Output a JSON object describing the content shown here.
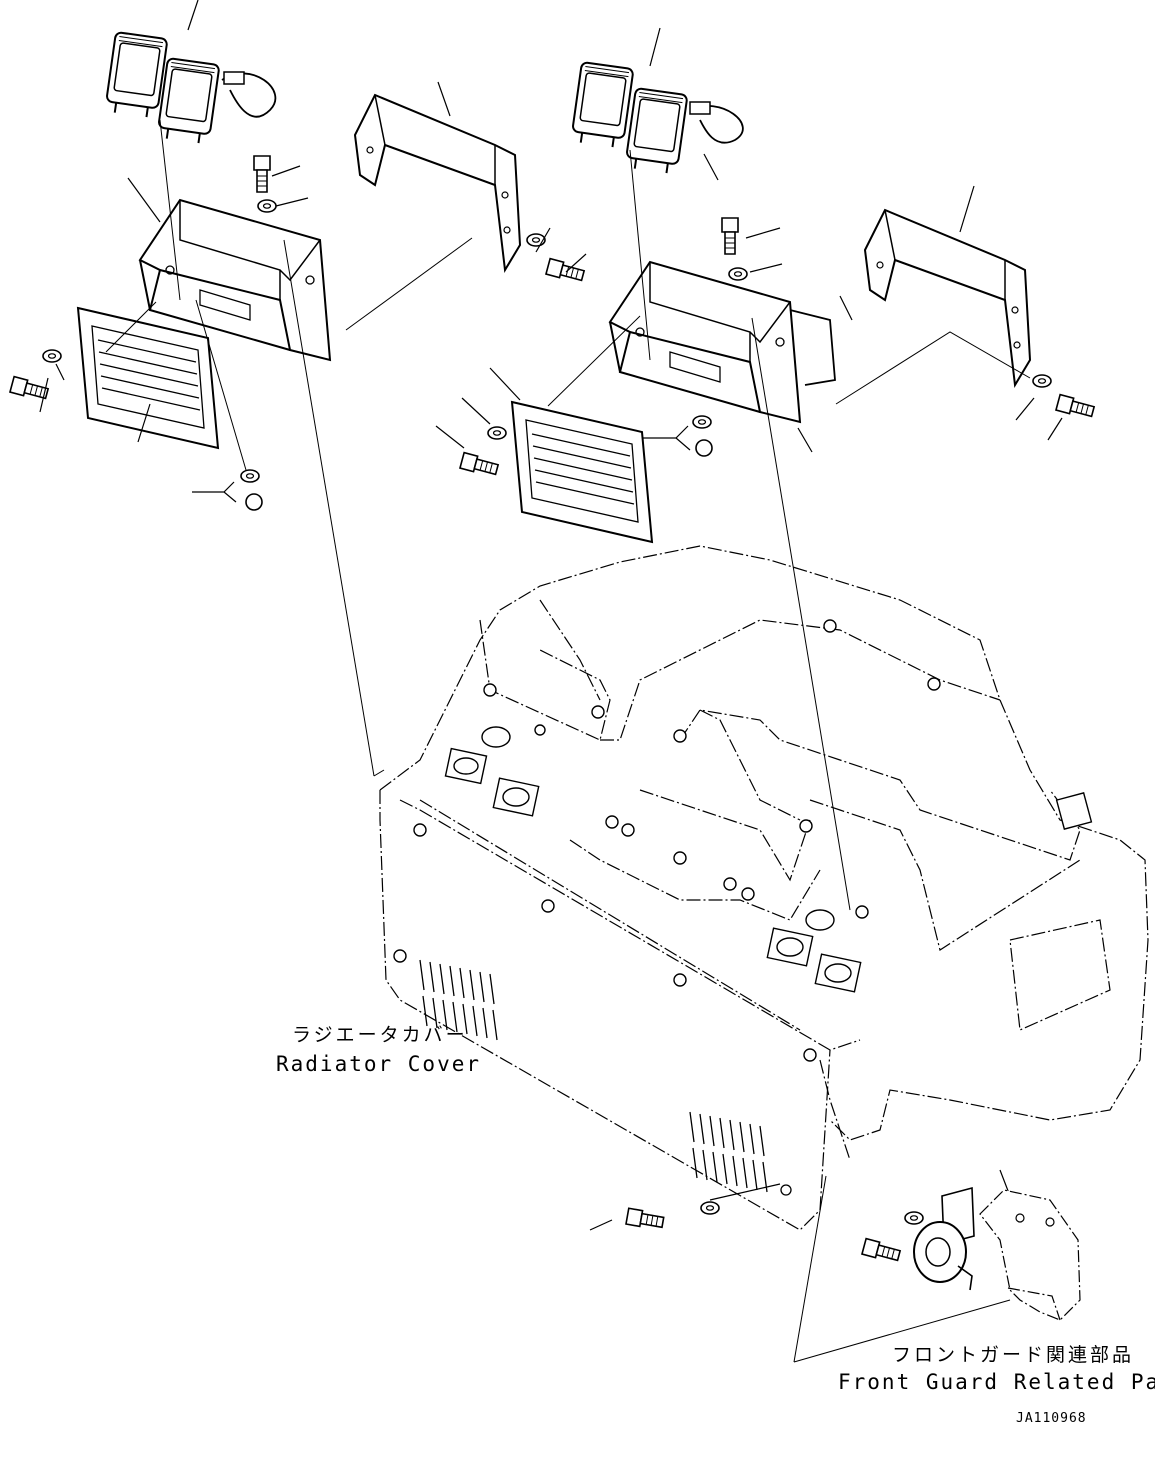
{
  "labels": {
    "radiator_cover_jp": "ラジエータカバー",
    "radiator_cover_en": "Radiator Cover",
    "front_guard_jp": "フロントガード関連部品",
    "front_guard_en": "Front Guard Related Parts",
    "drawing_code": "JA110968"
  }
}
